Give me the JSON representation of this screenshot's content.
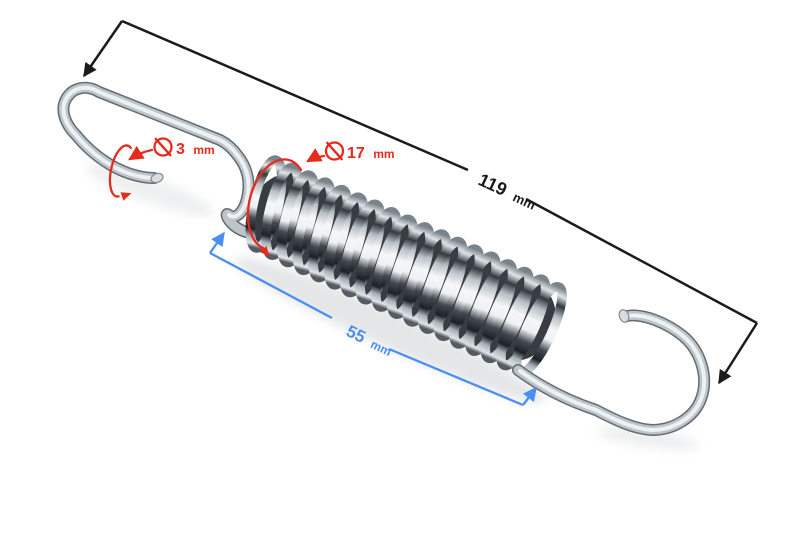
{
  "scene": {
    "background_color": "#ffffff",
    "subject": "Chrome-plated extension spring with hooked ends, annotated with dimensions"
  },
  "annotations": {
    "overall_length": {
      "value": "119",
      "unit": "mm",
      "color": "#1b1b1b"
    },
    "body_length": {
      "value": "55",
      "unit": "mm",
      "color": "#4a8ef2"
    },
    "wire_diameter": {
      "value": "3",
      "unit": "mm",
      "color": "#e42b1e",
      "symbol": "diameter-circle-slash"
    },
    "coil_diameter": {
      "value": "17",
      "unit": "mm",
      "color": "#e42b1e",
      "symbol": "diameter-circle-slash"
    }
  },
  "icons": {
    "wire_diameter_symbol": "diameter-icon",
    "coil_diameter_symbol": "diameter-icon",
    "wire_rotation_arrow": "rotation-arc-arrow-icon",
    "coil_height_arrow": "arc-arrow-icon"
  }
}
